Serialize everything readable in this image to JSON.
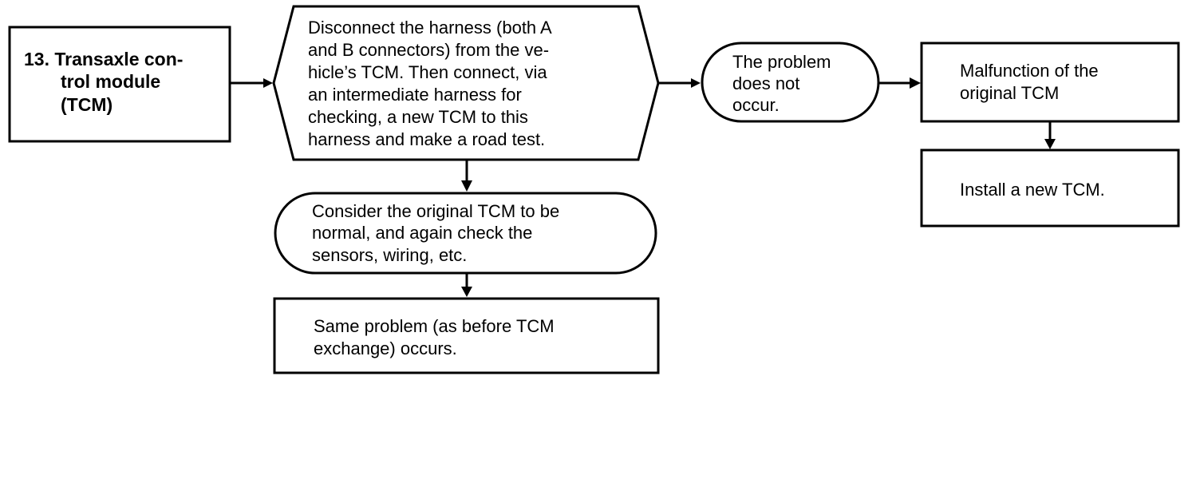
{
  "diagram": {
    "nodes": {
      "tcm": {
        "shape": "rectangle",
        "lines": [
          "13. Transaxle con-",
          "trol module",
          "(TCM)"
        ]
      },
      "disconnect": {
        "shape": "hexagon",
        "lines": [
          "Disconnect the harness (both A",
          "and B connectors) from the ve-",
          "hicle’s TCM. Then connect, via",
          "an intermediate harness for",
          "checking, a new TCM to this",
          "harness and make a road test."
        ]
      },
      "no_problem": {
        "shape": "rounded",
        "lines": [
          "The problem",
          "does not",
          "occur."
        ]
      },
      "malfunction": {
        "shape": "rectangle",
        "lines": [
          "Malfunction of the",
          "original TCM"
        ]
      },
      "install": {
        "shape": "rectangle",
        "lines": [
          "Install a new TCM."
        ]
      },
      "consider": {
        "shape": "rounded",
        "lines": [
          "Consider the original TCM to be",
          "normal, and again check the",
          "sensors, wiring, etc."
        ]
      },
      "same_problem": {
        "shape": "rectangle",
        "lines": [
          "Same problem (as before TCM",
          "exchange) occurs."
        ]
      }
    },
    "edges": [
      {
        "from": "tcm",
        "to": "disconnect"
      },
      {
        "from": "disconnect",
        "to": "no_problem"
      },
      {
        "from": "no_problem",
        "to": "malfunction"
      },
      {
        "from": "malfunction",
        "to": "install"
      },
      {
        "from": "disconnect",
        "to": "consider"
      },
      {
        "from": "consider",
        "to": "same_problem"
      }
    ]
  }
}
